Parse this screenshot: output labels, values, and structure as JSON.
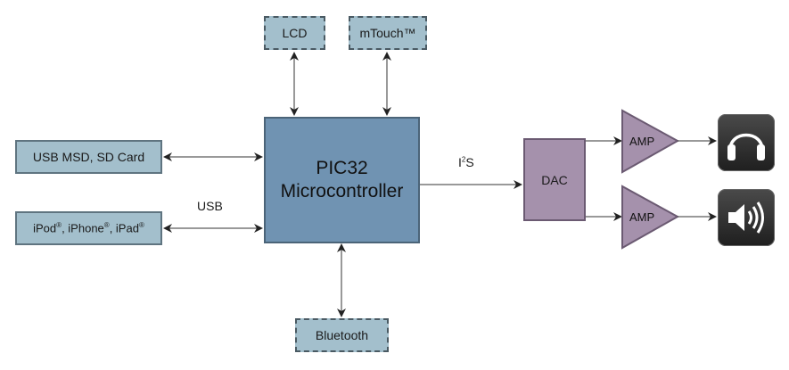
{
  "diagram": {
    "mcu": {
      "line1": "PIC32",
      "line2": "Microcontroller"
    },
    "peripherals": {
      "lcd": "LCD",
      "mtouch": "mTouch™",
      "usb_msd": "USB MSD, SD Card",
      "apple": {
        "ipod": "iPod",
        "iphone": "iPhone",
        "ipad": "iPad",
        "reg": "®",
        "sep": ", "
      },
      "bluetooth": "Bluetooth"
    },
    "bus_labels": {
      "usb": "USB",
      "i2s_i": "I",
      "i2s_sup": "2",
      "i2s_s": "S"
    },
    "dac": "DAC",
    "amps": [
      "AMP",
      "AMP"
    ],
    "outputs": [
      "headphones-icon",
      "speaker-icon"
    ],
    "colors": {
      "peripheral": "#a3bfcc",
      "mcu": "#7093b2",
      "audio": "#a591ac",
      "tile": "#2a2a2a"
    }
  }
}
